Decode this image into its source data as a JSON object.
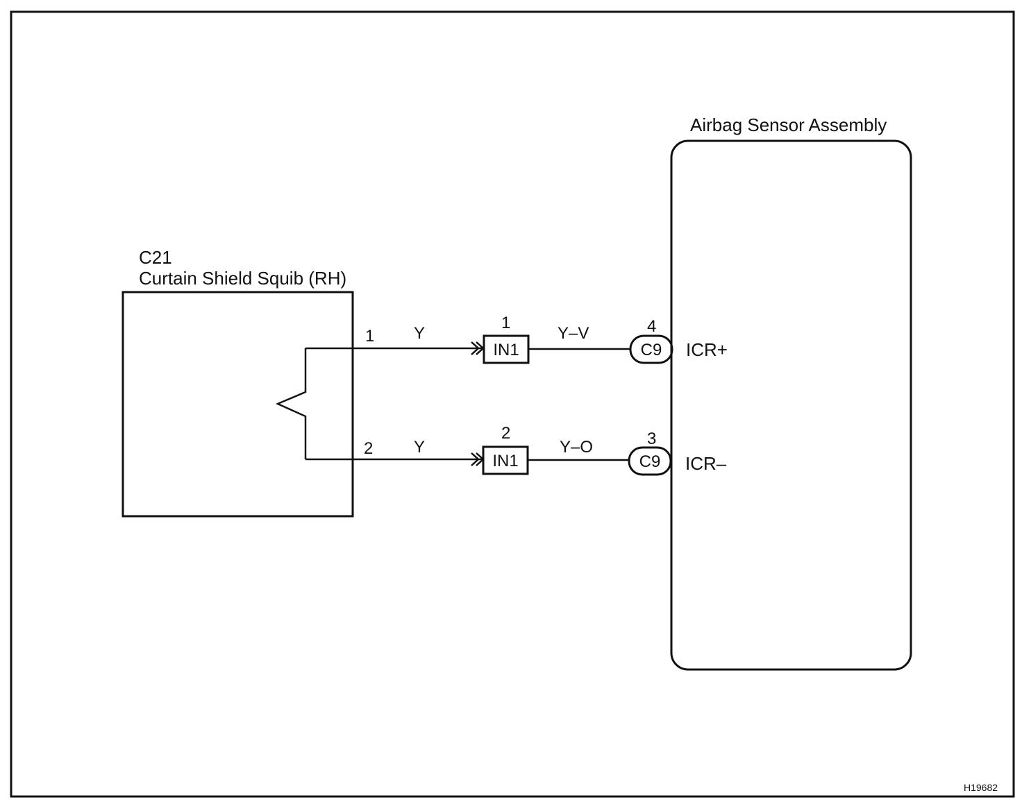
{
  "squib": {
    "code": "C21",
    "name": "Curtain Shield Squib (RH)"
  },
  "ecu": {
    "name": "Airbag Sensor Assembly"
  },
  "circuits": [
    {
      "squib_pin": "1",
      "wire_color_squib": "Y",
      "junction_pin": "1",
      "junction_connector": "IN1",
      "wire_color_ecu": "Y–V",
      "ecu_pin": "4",
      "ecu_connector": "C9",
      "ecu_terminal": "ICR+"
    },
    {
      "squib_pin": "2",
      "wire_color_squib": "Y",
      "junction_pin": "2",
      "junction_connector": "IN1",
      "wire_color_ecu": "Y–O",
      "ecu_pin": "3",
      "ecu_connector": "C9",
      "ecu_terminal": "ICR–"
    }
  ],
  "figure_id": "H19682"
}
